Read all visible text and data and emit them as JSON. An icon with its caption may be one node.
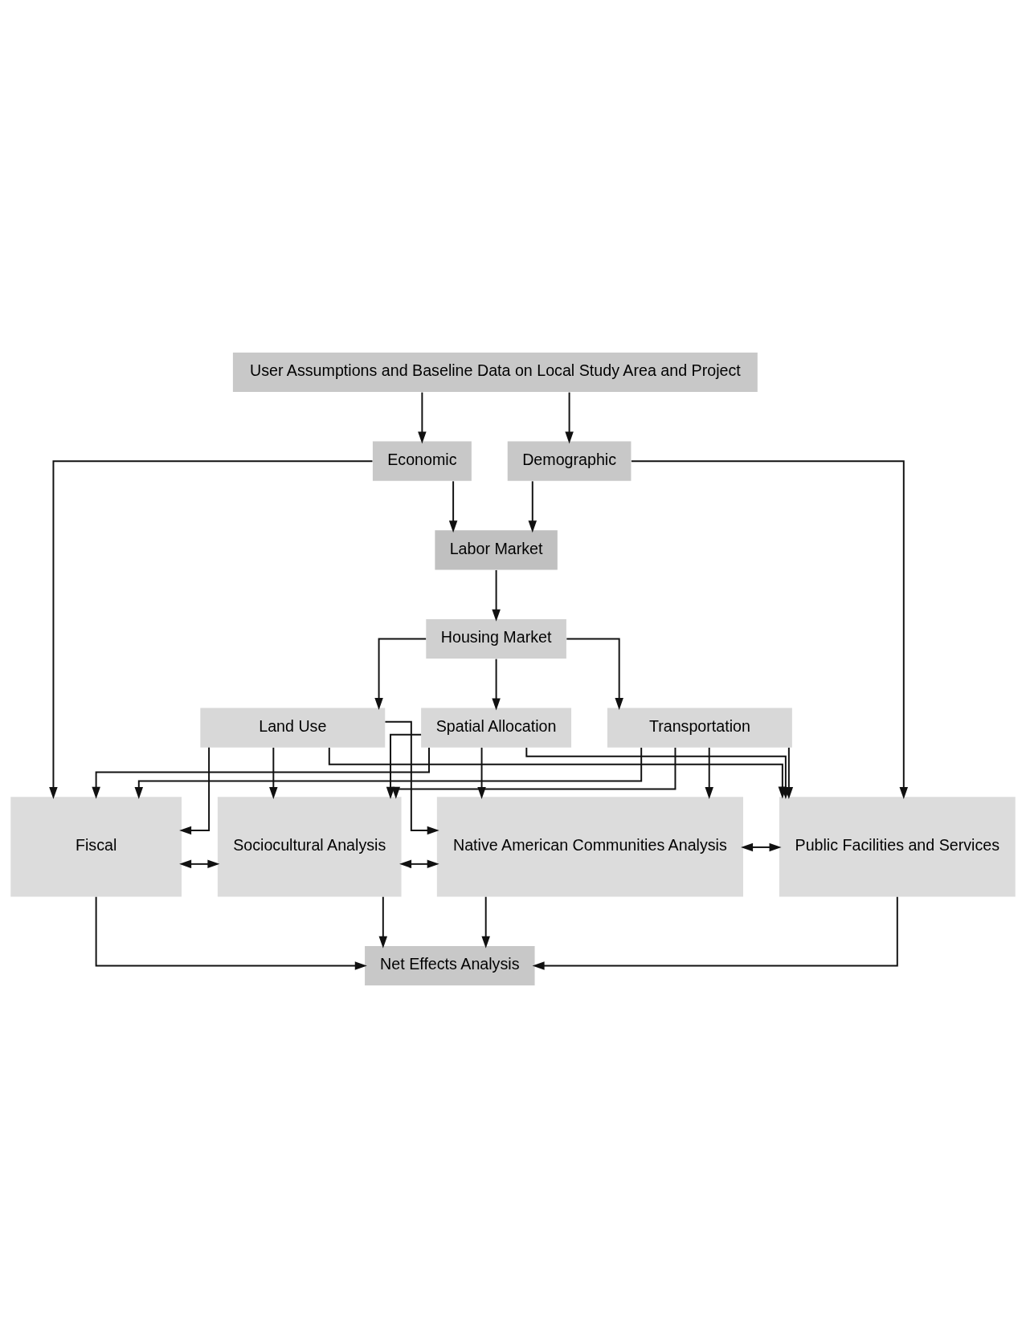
{
  "diagram": {
    "nodes": [
      {
        "text": [
          "User Assumptions and Baseline Data on Local Study Area and Project"
        ]
      },
      {
        "text": [
          "Economic"
        ]
      },
      {
        "text": [
          "Demographic"
        ]
      },
      {
        "text": [
          "Labor Market"
        ]
      },
      {
        "text": [
          "Housing Market"
        ]
      },
      {
        "text": [
          "Land Use"
        ]
      },
      {
        "text": [
          "Spatial Allocation"
        ]
      },
      {
        "text": [
          "Transportation"
        ]
      },
      {
        "text": [
          "Fiscal"
        ]
      },
      {
        "text": [
          "Sociocultural Analysis"
        ]
      },
      {
        "text": [
          "Native American Communities Analysis"
        ]
      },
      {
        "text": [
          "Public Facilities and Services"
        ]
      },
      {
        "text": [
          "Net Effects Analysis"
        ]
      }
    ],
    "edges": [
      {
        "from": 0,
        "to": 1,
        "arrow": "to"
      },
      {
        "from": 0,
        "to": 2,
        "arrow": "to"
      },
      {
        "from": 1,
        "to": 3,
        "arrow": "to"
      },
      {
        "from": 2,
        "to": 3,
        "arrow": "to"
      },
      {
        "from": 1,
        "to": 8,
        "arrow": "to"
      },
      {
        "from": 2,
        "to": 11,
        "arrow": "to"
      },
      {
        "from": 3,
        "to": 4,
        "arrow": "to"
      },
      {
        "from": 4,
        "to": 5,
        "arrow": "to"
      },
      {
        "from": 4,
        "to": 6,
        "arrow": "to"
      },
      {
        "from": 4,
        "to": 7,
        "arrow": "to"
      },
      {
        "from": 5,
        "to": 8,
        "arrow": "to"
      },
      {
        "from": 5,
        "to": 9,
        "arrow": "to"
      },
      {
        "from": 5,
        "to": 10,
        "arrow": "to"
      },
      {
        "from": 5,
        "to": 11,
        "arrow": "to"
      },
      {
        "from": 6,
        "to": 8,
        "arrow": "to"
      },
      {
        "from": 6,
        "to": 9,
        "arrow": "to"
      },
      {
        "from": 6,
        "to": 10,
        "arrow": "to"
      },
      {
        "from": 6,
        "to": 11,
        "arrow": "to"
      },
      {
        "from": 7,
        "to": 8,
        "arrow": "to"
      },
      {
        "from": 7,
        "to": 9,
        "arrow": "to"
      },
      {
        "from": 7,
        "to": 10,
        "arrow": "to"
      },
      {
        "from": 7,
        "to": 11,
        "arrow": "to"
      },
      {
        "from": 8,
        "to": 9,
        "arrow": "both"
      },
      {
        "from": 9,
        "to": 10,
        "arrow": "both"
      },
      {
        "from": 10,
        "to": 11,
        "arrow": "both"
      },
      {
        "from": 8,
        "to": 12,
        "arrow": "to"
      },
      {
        "from": 9,
        "to": 12,
        "arrow": "to"
      },
      {
        "from": 10,
        "to": 12,
        "arrow": "to"
      },
      {
        "from": 11,
        "to": 12,
        "arrow": "to"
      }
    ]
  }
}
